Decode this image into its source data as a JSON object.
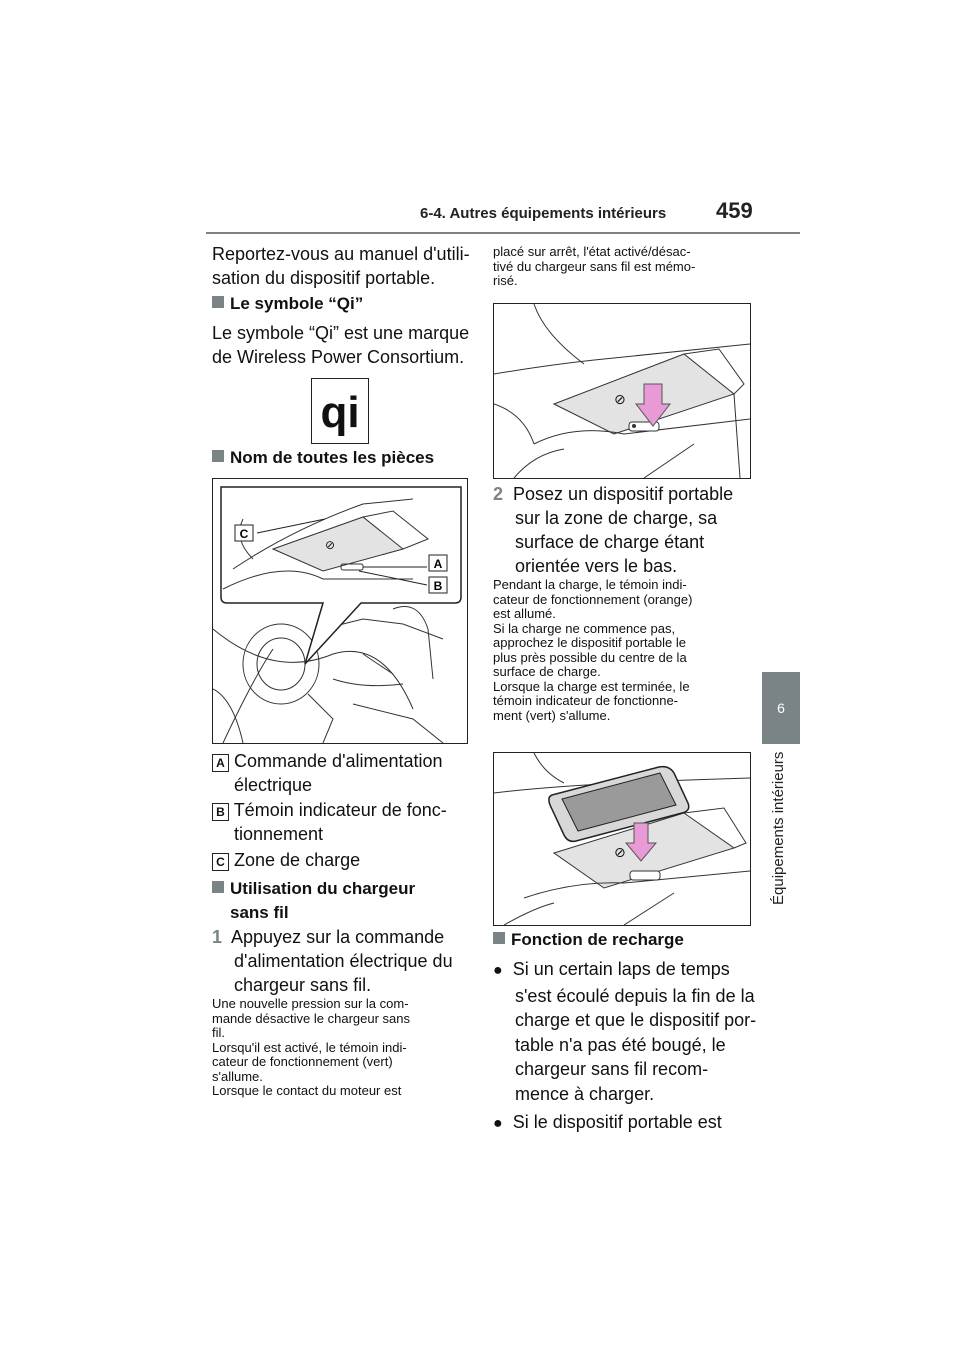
{
  "header": {
    "section_title": "6-4. Autres équipements intérieurs",
    "page_number": "459"
  },
  "side_tab": {
    "chapter_number": "6",
    "chapter_label": "Équipements intérieurs"
  },
  "left_column": {
    "intro": [
      "Reportez-vous au manuel d'utili-",
      "sation du dispositif portable."
    ],
    "qi_heading": "Le symbole “Qi”",
    "qi_text": [
      "Le symbole “Qi” est une marque",
      "de Wireless Power Consortium."
    ],
    "qi_logo_text": "qi",
    "parts_heading": "Nom de toutes les pièces",
    "callouts": {
      "a": "A",
      "b": "B",
      "c": "C"
    },
    "parts": [
      {
        "letter": "A",
        "lines": [
          "Commande d'alimentation",
          "électrique"
        ]
      },
      {
        "letter": "B",
        "lines": [
          "Témoin indicateur de fonc-",
          "tionnement"
        ]
      },
      {
        "letter": "C",
        "lines": [
          "Zone de charge"
        ]
      }
    ],
    "usage_heading": [
      "Utilisation du chargeur",
      "sans fil"
    ],
    "step1": {
      "number": "1",
      "lines": [
        "Appuyez sur la commande",
        "d'alimentation électrique du",
        "chargeur sans fil."
      ]
    },
    "step1_note": [
      "Une nouvelle pression sur la com-",
      "mande désactive le chargeur sans",
      "fil.",
      "Lorsqu'il est activé, le témoin indi-",
      "cateur de fonctionnement (vert)",
      "s'allume.",
      "Lorsque le contact du moteur est"
    ]
  },
  "right_column": {
    "top_note": [
      "placé sur arrêt, l'état activé/désac-",
      "tivé du chargeur sans fil est mémo-",
      "risé."
    ],
    "step2": {
      "number": "2",
      "lines": [
        "Posez un dispositif portable",
        "sur la zone de charge, sa",
        "surface de charge étant",
        "orientée vers le bas."
      ]
    },
    "step2_note": [
      "Pendant la charge, le témoin indi-",
      "cateur de fonctionnement (orange)",
      "est allumé.",
      "Si la charge ne commence pas,",
      "approchez le dispositif portable le",
      "plus près possible du centre de la",
      "surface de charge.",
      "Lorsque la charge est terminée, le",
      "témoin indicateur de fonctionne-",
      "ment (vert) s'allume."
    ],
    "recharge_heading": "Fonction de recharge",
    "bullets": [
      [
        "Si un certain laps de temps",
        "s'est écoulé depuis la fin de la",
        "charge et que le dispositif por-",
        "table n'a pas été bougé, le",
        "chargeur sans fil recom-",
        "mence à charger."
      ],
      [
        "Si le dispositif portable est"
      ]
    ]
  },
  "colors": {
    "accent_gray": "#7a8486",
    "arrow_pink": "#e79ad6"
  }
}
